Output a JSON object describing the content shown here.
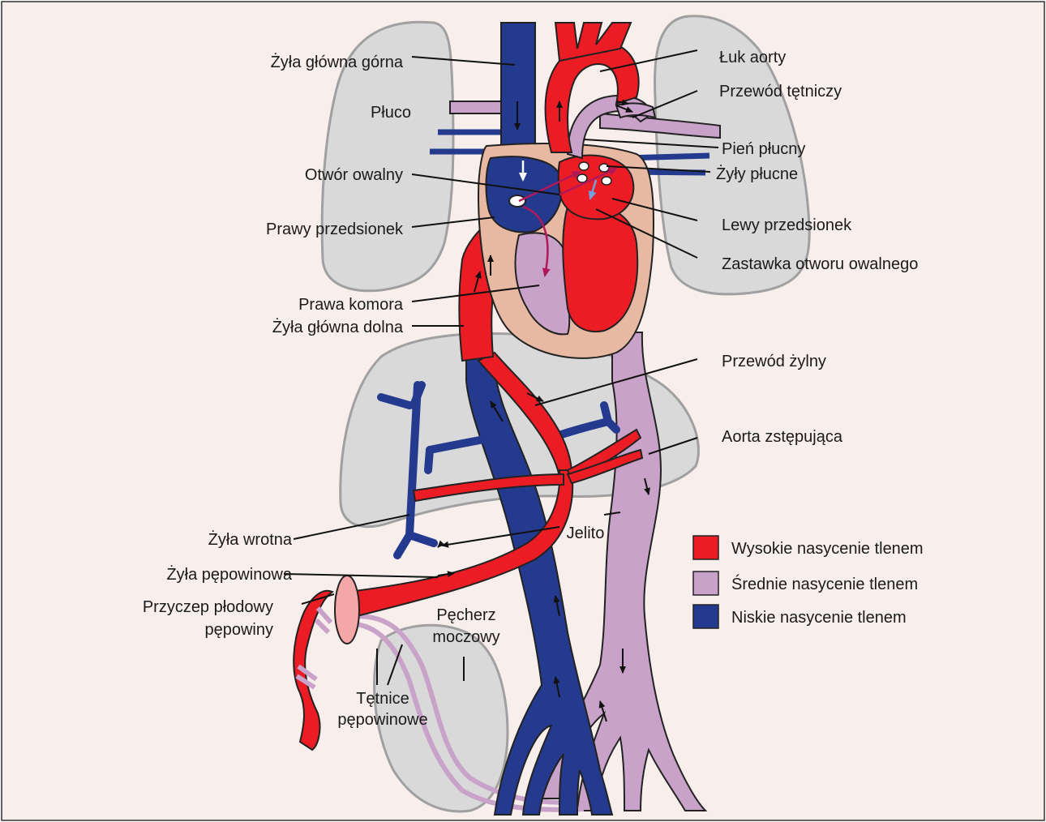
{
  "colors": {
    "background": "#f8efec",
    "frame": "#333333",
    "high": "#ec1c24",
    "medium": "#c8a2c8",
    "low": "#233a8e",
    "organ": "#d9d9d9",
    "organ_outline": "#a0a0a0",
    "pericardium": "#e8b9a2",
    "placenta": "#f3a7a7",
    "arrow_light": "#6fa3de",
    "shunt_arrow": "#b0185a"
  },
  "labels": {
    "vena_cava_superior": "Żyła główna górna",
    "lung": "Płuco",
    "foramen_ovale": "Otwór owalny",
    "right_atrium": "Prawy przedsionek",
    "right_ventricle": "Prawa komora",
    "vena_cava_inferior": "Żyła główna dolna",
    "portal_vein": "Żyła wrotna",
    "umbilical_vein": "Żyła pępowinowa",
    "cord_insertion_line1": "Przyczep płodowy",
    "cord_insertion_line2": "pępowiny",
    "bladder_line1": "Pęcherz",
    "bladder_line2": "moczowy",
    "umbilical_arteries_line1": "Tętnice",
    "umbilical_arteries_line2": "pępowinowe",
    "intestine": "Jelito",
    "aortic_arch": "Łuk aorty",
    "ductus_arteriosus": "Przewód tętniczy",
    "pulmonary_trunk": "Pień płucny",
    "pulmonary_veins": "Żyły płucne",
    "left_atrium": "Lewy przedsionek",
    "foramen_ovale_valve": "Zastawka otworu owalnego",
    "ductus_venosus": "Przewód żylny",
    "descending_aorta": "Aorta zstępująca"
  },
  "legend": [
    {
      "label": "Wysokie nasycenie tlenem",
      "color": "#ec1c24"
    },
    {
      "label": "Średnie nasycenie tlenem",
      "color": "#c8a2c8"
    },
    {
      "label": "Niskie nasycenie tlenem",
      "color": "#233a8e"
    }
  ]
}
